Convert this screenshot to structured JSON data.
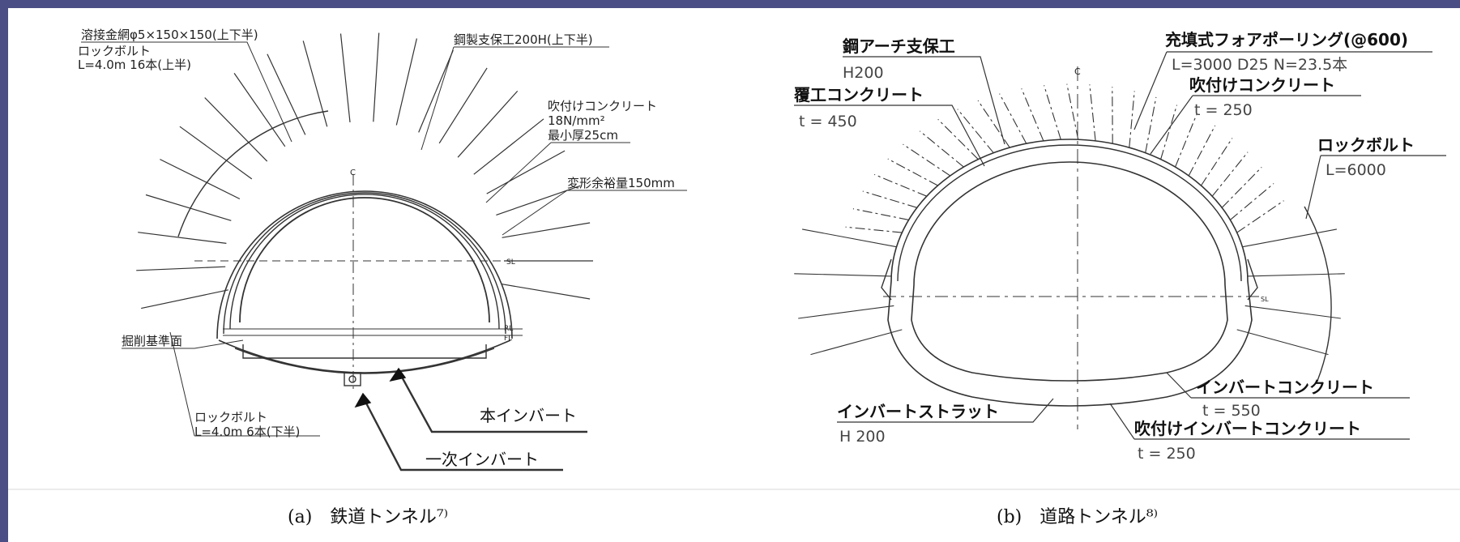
{
  "background_color": "#4a4e84",
  "diagram_a": {
    "labels": {
      "wire_mesh": "溶接金網φ5×150×150(上下半)",
      "rockbolt_upper_title": "ロックボルト",
      "rockbolt_upper_spec": "L=4.0m 16本(上半)",
      "steel_support": "鋼製支保工200H(上下半)",
      "shotcrete_title": "吹付けコンクリート",
      "shotcrete_strength": "18N/mm²",
      "shotcrete_thickness": "最小厚25cm",
      "deformation_allowance": "変形余裕量150mm",
      "excavation_base": "掘削基準面",
      "rockbolt_lower_title": "ロックボルト",
      "rockbolt_lower_spec": "L=4.0m 6本(下半)",
      "main_invert": "本インバート",
      "primary_invert": "一次インバート",
      "centerline_mark": "C",
      "sl_mark": "SL",
      "rl_mark": "RL",
      "fl_mark": "FL"
    },
    "caption": "(a)　鉄道トンネル⁷⁾"
  },
  "diagram_b": {
    "labels": {
      "steel_arch": "鋼アーチ支保工",
      "steel_arch_spec": "H200",
      "forepoling": "充填式フォアポーリング(@600)",
      "forepoling_spec": "L=3000 D25 N=23.5本",
      "lining": "覆工コンクリート",
      "lining_spec": "t = 450",
      "shotcrete": "吹付けコンクリート",
      "shotcrete_spec": "t = 250",
      "rockbolt": "ロックボルト",
      "rockbolt_spec": "L=6000",
      "invert_concrete": "インバートコンクリート",
      "invert_concrete_spec": "t = 550",
      "invert_strut": "インバートストラット",
      "invert_strut_spec": "H 200",
      "shotcrete_invert": "吹付けインバートコンクリート",
      "shotcrete_invert_spec": "t = 250",
      "centerline_mark": "C",
      "sl_mark": "SL"
    },
    "caption": "(b)　道路トンネル⁸⁾"
  }
}
